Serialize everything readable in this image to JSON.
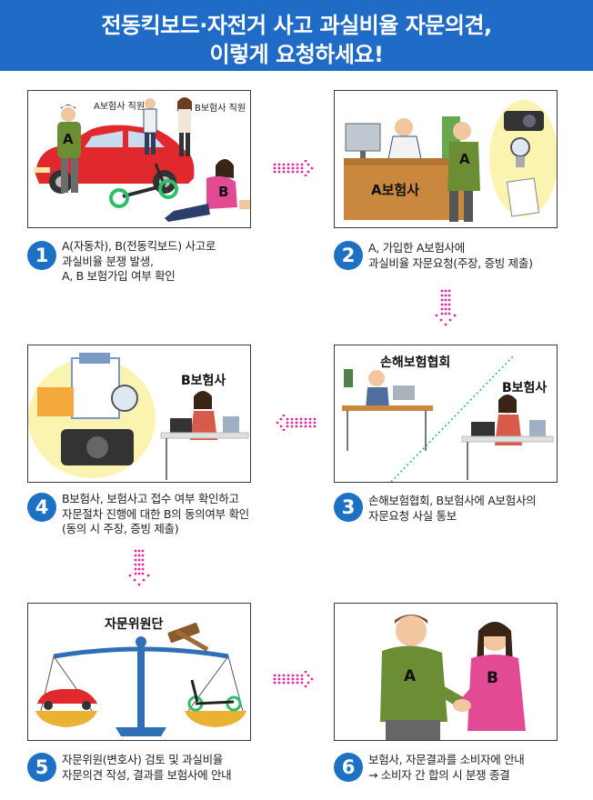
{
  "header": {
    "title_line1": "전동킥보드·자전거 사고 과실비율 자문의견,",
    "title_line2": "이렇게 요청하세요!"
  },
  "steps": [
    {
      "number": "1",
      "lines": [
        "A(자동차), B(전동킥보드) 사고로",
        "과실비율 분쟁 발생,",
        "A, B 보험가입 여부 확인"
      ]
    },
    {
      "number": "2",
      "lines": [
        "A, 가입한 A보험사에",
        "과실비율 자문요청(주장, 증빙 제출)"
      ]
    },
    {
      "number": "3",
      "lines": [
        "손해보험협회, B보험사에 A보험사의",
        "자문요청 사실 통보"
      ]
    },
    {
      "number": "4",
      "lines": [
        "B보험사, 보험사고 접수 여부 확인하고",
        "자문절차 진행에 대한 B의 동의여부 확인",
        "(동의 시 주장, 증빙 제출)"
      ]
    },
    {
      "number": "5",
      "lines": [
        "자문위원(변호사) 검토 및 과실비율",
        "자문의견 작성, 결과를 보험사에 안내"
      ]
    },
    {
      "number": "6",
      "lines": [
        "보험사, 자문결과를 소비자에 안내",
        "→ 소비자 간 합의 시 분쟁 종결"
      ]
    }
  ],
  "illustration_labels": {
    "p1_staff_a": "A보험사 직원",
    "p1_staff_b": "B보험사 직원",
    "person_a": "A",
    "person_b": "B",
    "p2_desk": "A보험사",
    "p3_assoc": "손해보험협회",
    "p3_insurer_b": "B보험사",
    "p4_insurer_b": "B보험사",
    "p5_committee": "자문위원단"
  },
  "colors": {
    "header_bg": "#1f6bc6",
    "badge": "#1d71c4",
    "arrow": "#e0289a"
  }
}
